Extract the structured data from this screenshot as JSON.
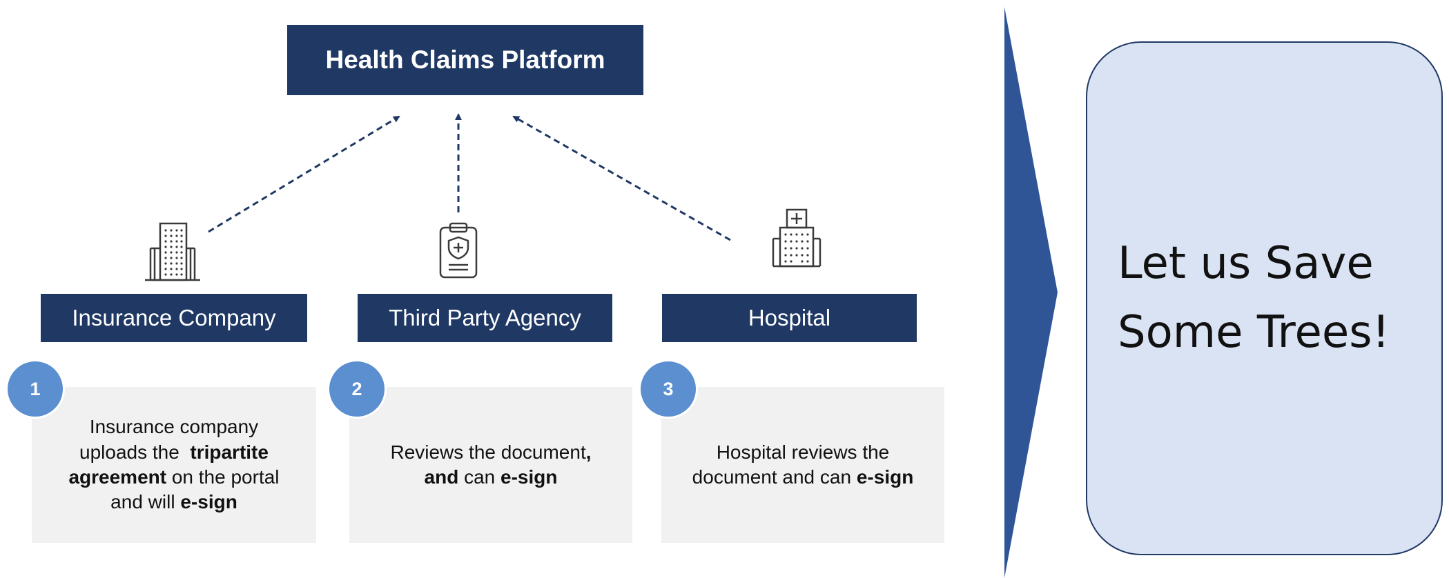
{
  "platform": {
    "label": "Health Claims Platform"
  },
  "entities": [
    {
      "label": "Insurance Company",
      "icon": "office-building-icon"
    },
    {
      "label": "Third Party Agency",
      "icon": "medical-clipboard-icon"
    },
    {
      "label": "Hospital",
      "icon": "hospital-building-icon"
    }
  ],
  "steps": [
    {
      "number": "1",
      "lines": [
        [
          {
            "text": "Insurance company",
            "bold": false
          }
        ],
        [
          {
            "text": "uploads the  ",
            "bold": false
          },
          {
            "text": "tripartite",
            "bold": true
          }
        ],
        [
          {
            "text": "agreement",
            "bold": true
          },
          {
            "text": " on the portal",
            "bold": false
          }
        ],
        [
          {
            "text": "and will ",
            "bold": false
          },
          {
            "text": "e-sign",
            "bold": true
          }
        ]
      ]
    },
    {
      "number": "2",
      "lines": [
        [
          {
            "text": "Reviews the document",
            "bold": false
          },
          {
            "text": ",",
            "bold": true
          }
        ],
        [
          {
            "text": "and",
            "bold": true
          },
          {
            "text": " can ",
            "bold": false
          },
          {
            "text": "e-sign",
            "bold": true
          }
        ]
      ]
    },
    {
      "number": "3",
      "lines": [
        [
          {
            "text": "Hospital reviews the",
            "bold": false
          }
        ],
        [
          {
            "text": "document and can ",
            "bold": false
          },
          {
            "text": "e-sign",
            "bold": true
          }
        ]
      ]
    }
  ],
  "callout": {
    "line1": "Let us Save",
    "line2": "Some Trees!"
  },
  "colors": {
    "navy": "#1f3864",
    "step_circle": "#5b8fd0",
    "chevron": "#2f5597",
    "callout_fill": "#dae3f3",
    "description_fill": "#f1f1f1"
  }
}
